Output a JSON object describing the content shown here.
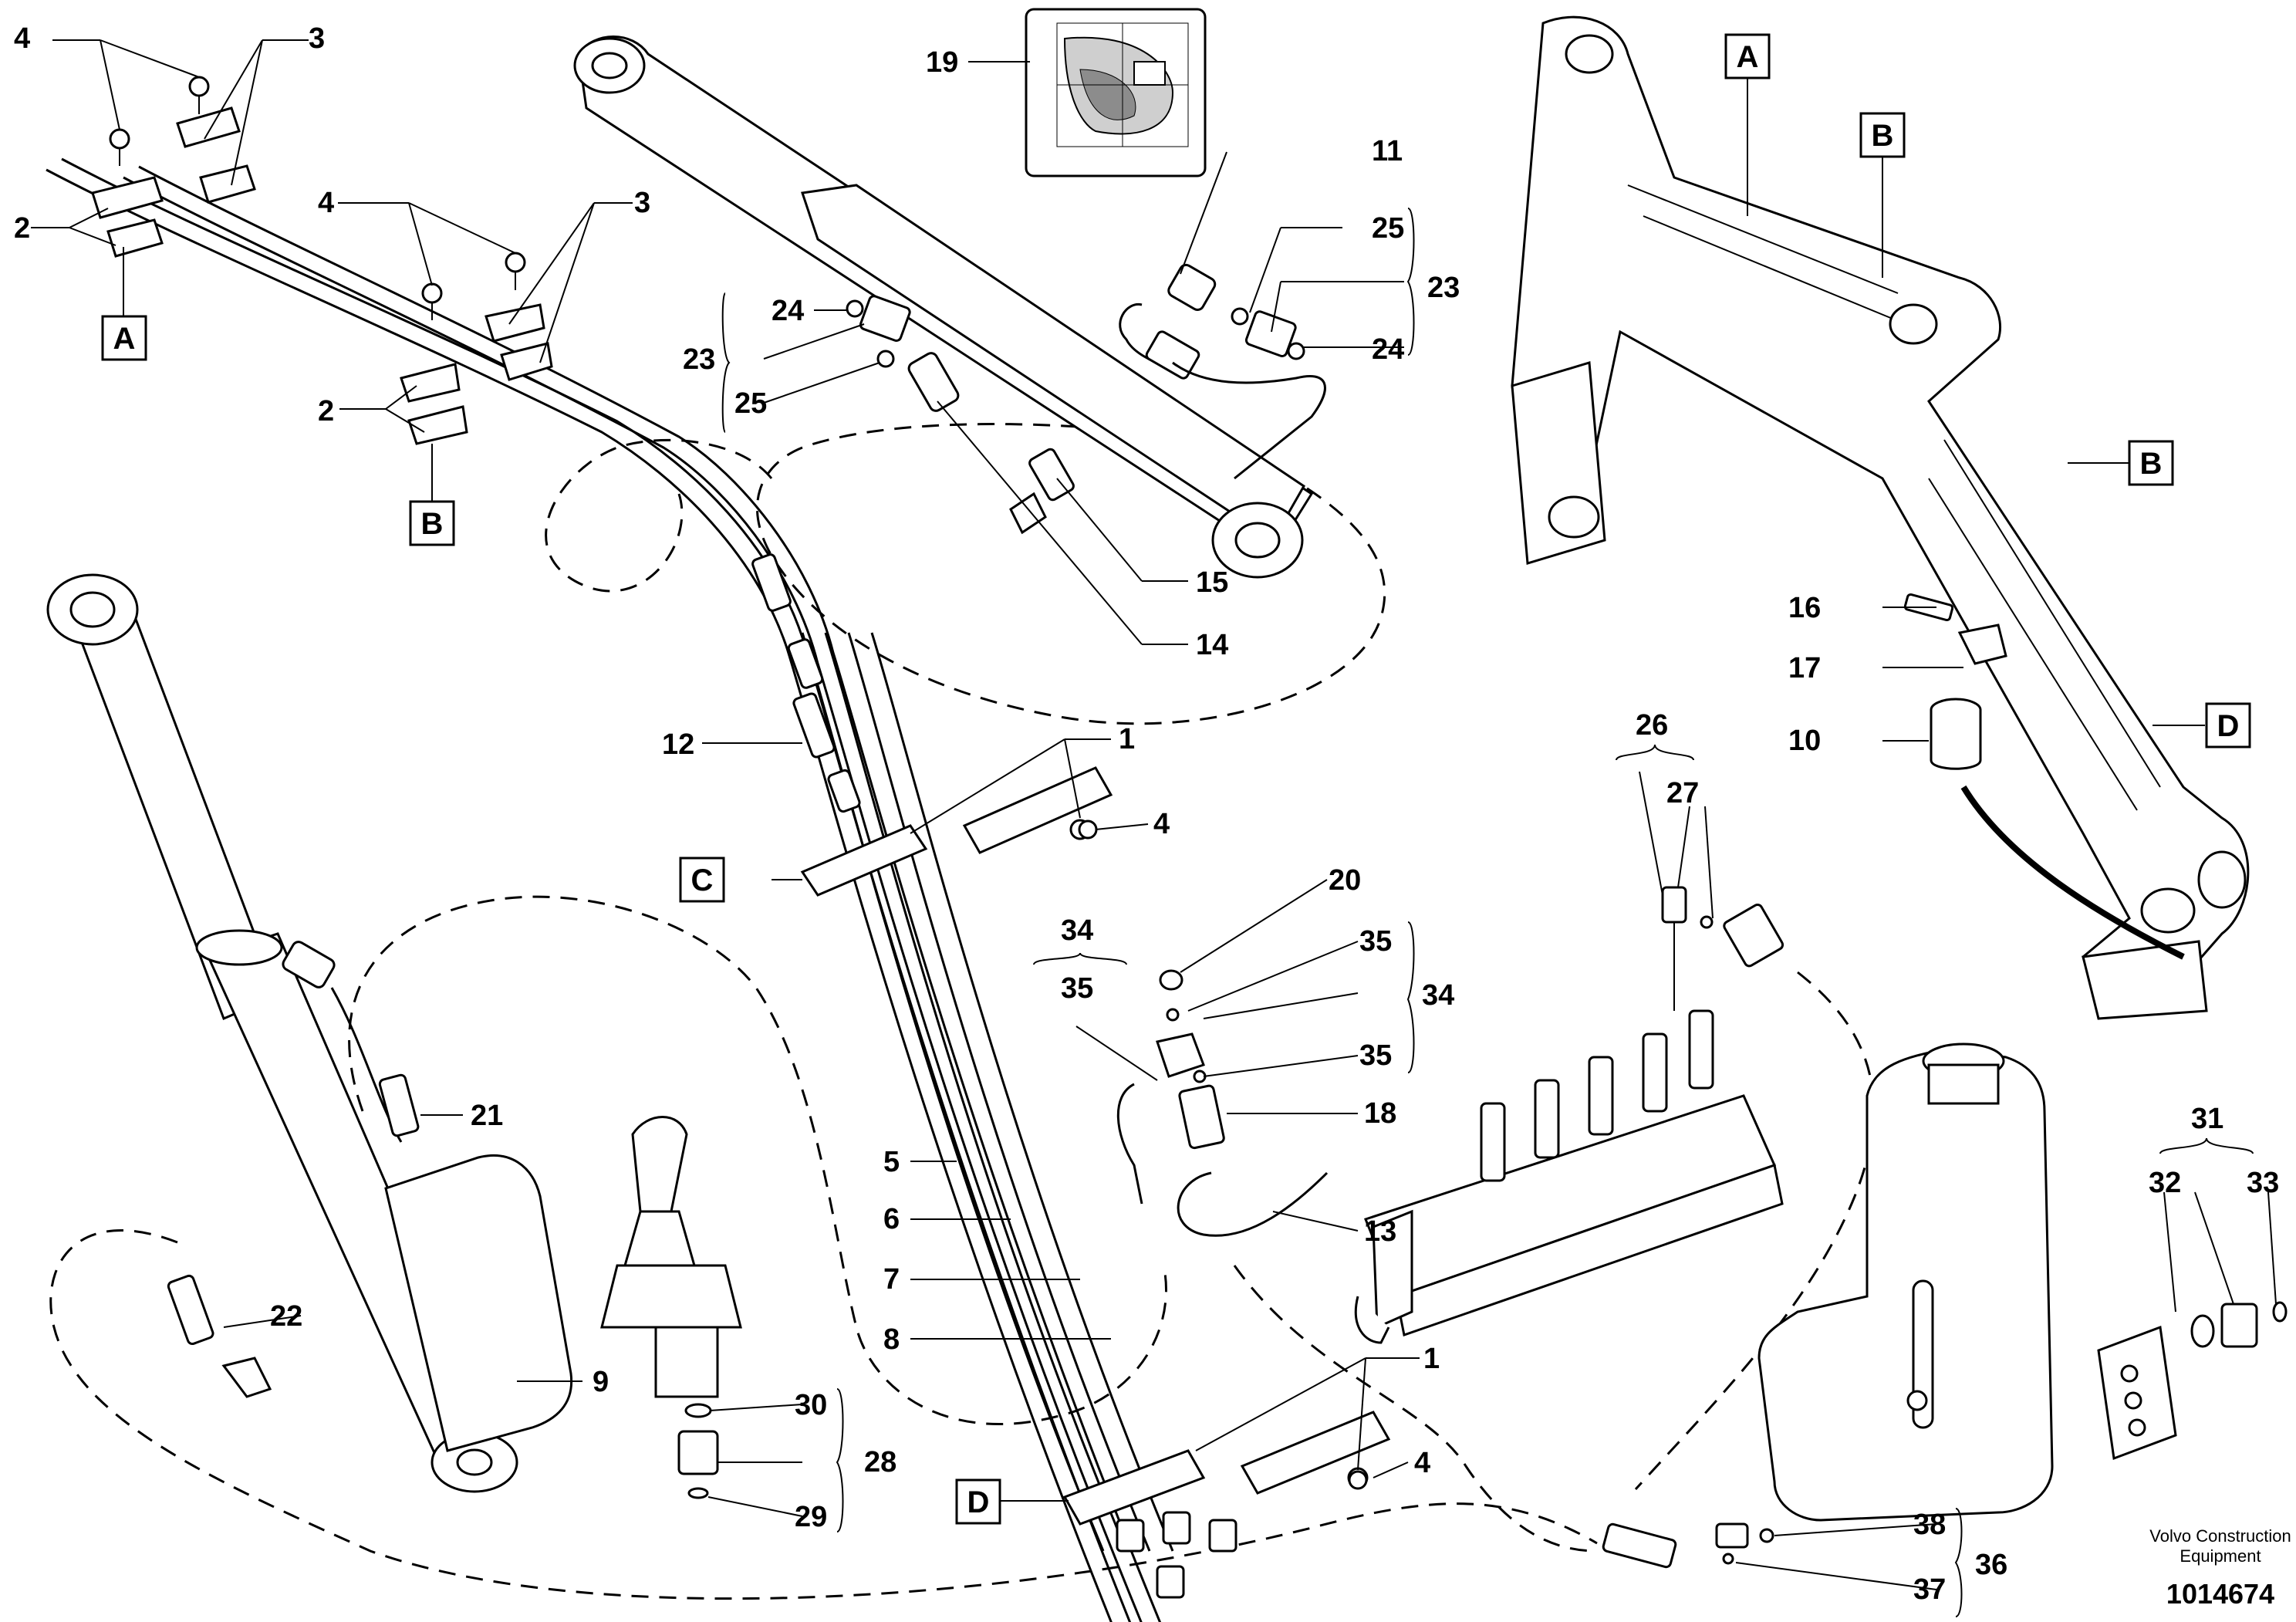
{
  "diagram": {
    "part_numbers": [
      "1",
      "2",
      "3",
      "4",
      "5",
      "6",
      "7",
      "8",
      "9",
      "10",
      "11",
      "12",
      "13",
      "14",
      "15",
      "16",
      "17",
      "18",
      "19",
      "20",
      "21",
      "22",
      "23",
      "24",
      "25",
      "26",
      "27",
      "28",
      "29",
      "30",
      "31",
      "32",
      "33",
      "34",
      "35",
      "36",
      "37",
      "38"
    ],
    "reference_boxes": [
      "A",
      "B",
      "C",
      "D"
    ],
    "footer": {
      "brand_line1": "Volvo Construction",
      "brand_line2": "Equipment",
      "document_number": "1014674"
    }
  }
}
